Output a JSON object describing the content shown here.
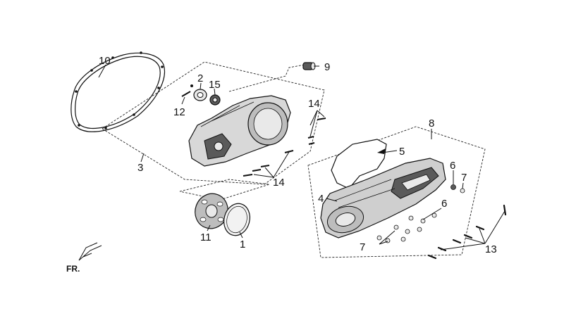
{
  "callouts": {
    "c1": "1",
    "c2": "2",
    "c3": "3",
    "c4": "4",
    "c5": "5",
    "c6a": "6",
    "c6b": "6",
    "c7a": "7",
    "c7b": "7",
    "c8": "8",
    "c9": "9",
    "c10": "10",
    "c11": "11",
    "c12": "12",
    "c13": "13",
    "c14a": "14",
    "c14b": "14",
    "c15": "15"
  },
  "orientation": {
    "label": "FR."
  },
  "colors": {
    "ink": "#111111",
    "fill_light": "#e9e9e9",
    "fill_mid": "#bdbdbd",
    "fill_dark": "#5a5a5a",
    "background": "#ffffff"
  }
}
